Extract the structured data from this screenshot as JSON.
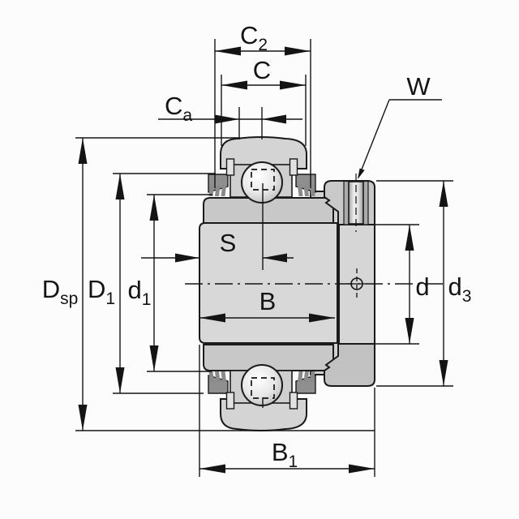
{
  "diagram": {
    "kind": "bearing-cross-section-drawing",
    "labels": {
      "c2": {
        "main": "C",
        "sub": "2"
      },
      "c": {
        "main": "C",
        "sub": ""
      },
      "ca": {
        "main": "C",
        "sub": "a"
      },
      "w": {
        "main": "W",
        "sub": ""
      },
      "s": {
        "main": "S",
        "sub": ""
      },
      "b": {
        "main": "B",
        "sub": ""
      },
      "b1": {
        "main": "B",
        "sub": "1"
      },
      "dsp": {
        "main": "D",
        "sub": "sp"
      },
      "d1_outer": {
        "main": "D",
        "sub": "1"
      },
      "d1_inner": {
        "main": "d",
        "sub": "1"
      },
      "d": {
        "main": "d",
        "sub": ""
      },
      "d3": {
        "main": "d",
        "sub": "3"
      }
    },
    "colors": {
      "outline": "#1a1a1a",
      "metal_light": "#d6d6d6",
      "metal_mid": "#c8c8c8",
      "metal_shadow": "#ababab",
      "seal_dark": "#8f8f8f",
      "background": "#fcfcfc"
    }
  }
}
